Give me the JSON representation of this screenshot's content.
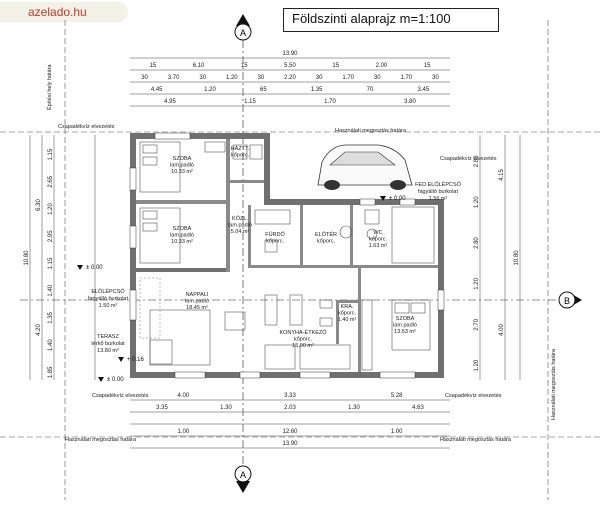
{
  "watermark": "azelado.hu",
  "title": "Földszinti alaprajz m=1:100",
  "section_labels": {
    "a": "A",
    "b": "B"
  },
  "rooms": [
    {
      "id": "szoba1",
      "name": "SZOBA",
      "finish": "lam.padló",
      "area": "10.33 m²"
    },
    {
      "id": "haztar",
      "name": "HÁZTT.",
      "finish": "kőporc.",
      "area": ""
    },
    {
      "id": "szoba2",
      "name": "SZOBA",
      "finish": "lam.padló",
      "area": "10.33 m²"
    },
    {
      "id": "kozl",
      "name": "KÖZL.",
      "finish": "lam.padló",
      "area": "5.04 m²"
    },
    {
      "id": "furdo",
      "name": "FÜRDŐ",
      "finish": "kőporc.",
      "area": ""
    },
    {
      "id": "eloter",
      "name": "ELŐTÉR",
      "finish": "kőporc.",
      "area": ""
    },
    {
      "id": "wc",
      "name": "WC",
      "finish": "kőporc.",
      "area": "1.63 m²"
    },
    {
      "id": "nappali",
      "name": "NAPPALI",
      "finish": "lam.padló",
      "area": "18.45 m²"
    },
    {
      "id": "kamra",
      "name": "KRA.",
      "finish": "kőporc.",
      "area": "1.40 m²"
    },
    {
      "id": "konyha",
      "name": "KONYHA-ÉTKEZŐ",
      "finish": "kőporc.",
      "area": "15.00 m²"
    },
    {
      "id": "szoba3",
      "name": "SZOBA",
      "finish": "lam.padló",
      "area": "13.53 m²"
    }
  ],
  "exterior_labels": {
    "fed_eloleps": [
      "FED.ELŐLÉPCSŐ",
      "fagyálló burkolat",
      "1.56 m²"
    ],
    "eloleps": [
      "ELŐLÉPCSŐ",
      "fagyálló burkolat",
      "1.50 m²"
    ],
    "terasz": [
      "TERASZ",
      "térkő burkolat",
      "13.80 m²"
    ],
    "csapadek": "Csapadékvíz elvezetés",
    "hasznalati": "Használati megosztás határa",
    "epitesi": "Építési hely határa"
  },
  "levels": {
    "zero": "± 0.00",
    "plus": "+ 0.16"
  },
  "dims_top": {
    "overall": "13.90",
    "row1": [
      "15",
      "6.10",
      "15",
      "5.50",
      "15",
      "2.00",
      "15"
    ],
    "row2": [
      "30",
      "3.70",
      "30",
      "1.20",
      "30",
      "2.20",
      "30",
      "1.70",
      "30",
      "1.70",
      "30"
    ],
    "row3": [
      "4.45",
      "1.20",
      "65",
      "1.35",
      "70",
      "3.45"
    ],
    "row4": [
      "4.95",
      "1.15",
      "1.70",
      "3.80"
    ]
  },
  "dims_bottom": {
    "row1": [
      "4.00",
      "3.33",
      "5.28"
    ],
    "row2": [
      "3.35",
      "1.30",
      "2.03",
      "1.30",
      "4.63"
    ],
    "row3": [
      "1.00",
      "12.60",
      "1.00"
    ],
    "overall": "13.90"
  },
  "dims_left": {
    "overall": "10.80",
    "part1": "6.30",
    "part2": "4.20",
    "items": [
      "1.15",
      "2.65",
      "1.20",
      "2.95",
      "1.15",
      "1.40",
      "1.35",
      "1.40",
      "1.85"
    ]
  },
  "dims_right": {
    "overall": "10.80",
    "part1": "4.15",
    "part2": "4.00",
    "items": [
      "2.80",
      "1.20",
      "2.80",
      "1.20",
      "2.70",
      "1.20"
    ]
  },
  "colors": {
    "wall": "#707070",
    "line": "#333333",
    "dim": "#444444"
  }
}
